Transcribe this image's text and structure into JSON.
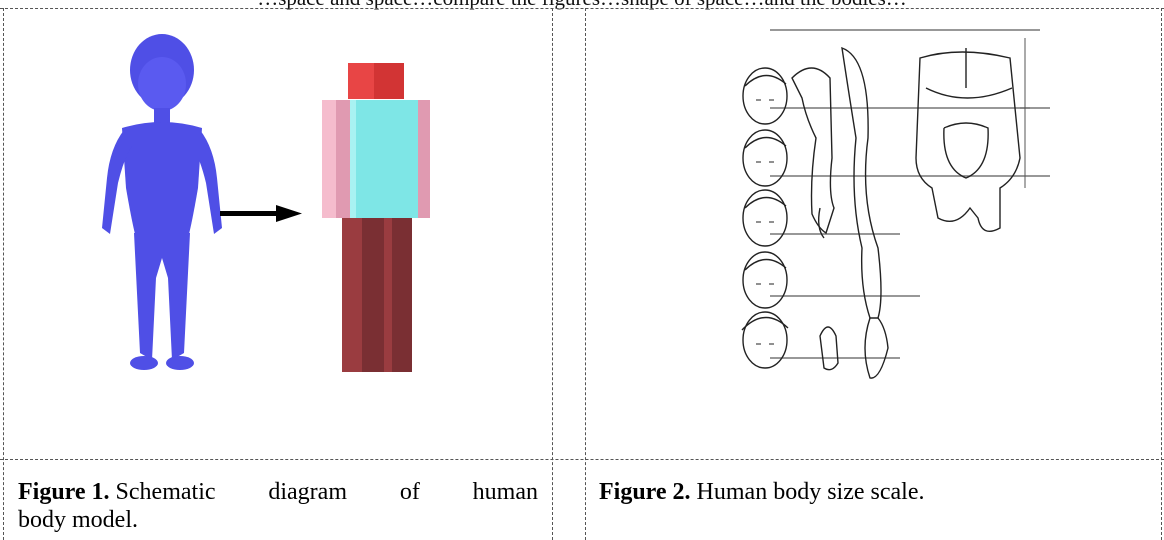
{
  "top_line": "…space and space…compare the figures…shape of space…and the bodies…",
  "figure1": {
    "label": "Figure 1.",
    "caption": "Schematic diagram of human body model.",
    "caption_line1": "Schematic diagram of human",
    "caption_line2": "body model."
  },
  "figure2": {
    "label": "Figure 2.",
    "caption": "Human body size scale."
  },
  "colors": {
    "figure_blue": "#4f4fe6",
    "head_red": "#e03a3a",
    "torso_cyan": "#7ee6e6",
    "arm_pink": "#f2b6c8",
    "leg_maroon": "#7a2f33",
    "arrow": "#000000"
  },
  "icons": [
    "human-figure-icon",
    "right-arrow-icon",
    "block-body-model-icon",
    "anatomy-sketch-icon"
  ]
}
